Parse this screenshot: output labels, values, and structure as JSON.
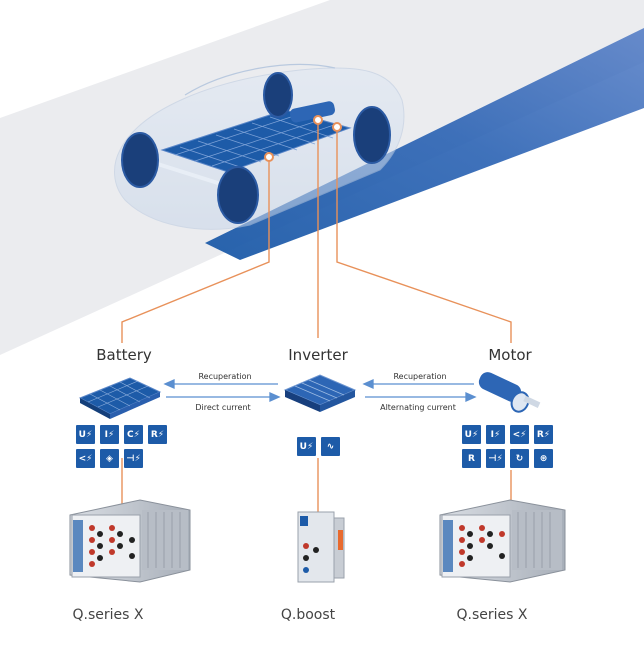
{
  "components": {
    "battery": "Battery",
    "inverter": "Inverter",
    "motor": "Motor"
  },
  "flows": {
    "left_top": "Recuperation",
    "left_bottom": "Direct current",
    "right_top": "Recuperation",
    "right_bottom": "Alternating current"
  },
  "devices": {
    "left": "Q.series X",
    "center": "Q.boost",
    "right": "Q.series X"
  },
  "icons": {
    "battery": [
      "voltage-icon",
      "current-icon",
      "capacitance-icon",
      "resistance-icon",
      "temperature-icon",
      "strain-gauge-icon",
      "battery-cell-icon"
    ],
    "inverter": [
      "voltage-icon",
      "waveform-icon"
    ],
    "motor": [
      "voltage-icon",
      "current-icon",
      "temperature-icon",
      "resistance-icon",
      "resistance-icon",
      "battery-cell-icon",
      "torque-icon",
      "speed-icon"
    ]
  },
  "colors": {
    "blue": "#1d5ba8",
    "orange": "#e8915a",
    "band_gray": "#ebecef"
  }
}
